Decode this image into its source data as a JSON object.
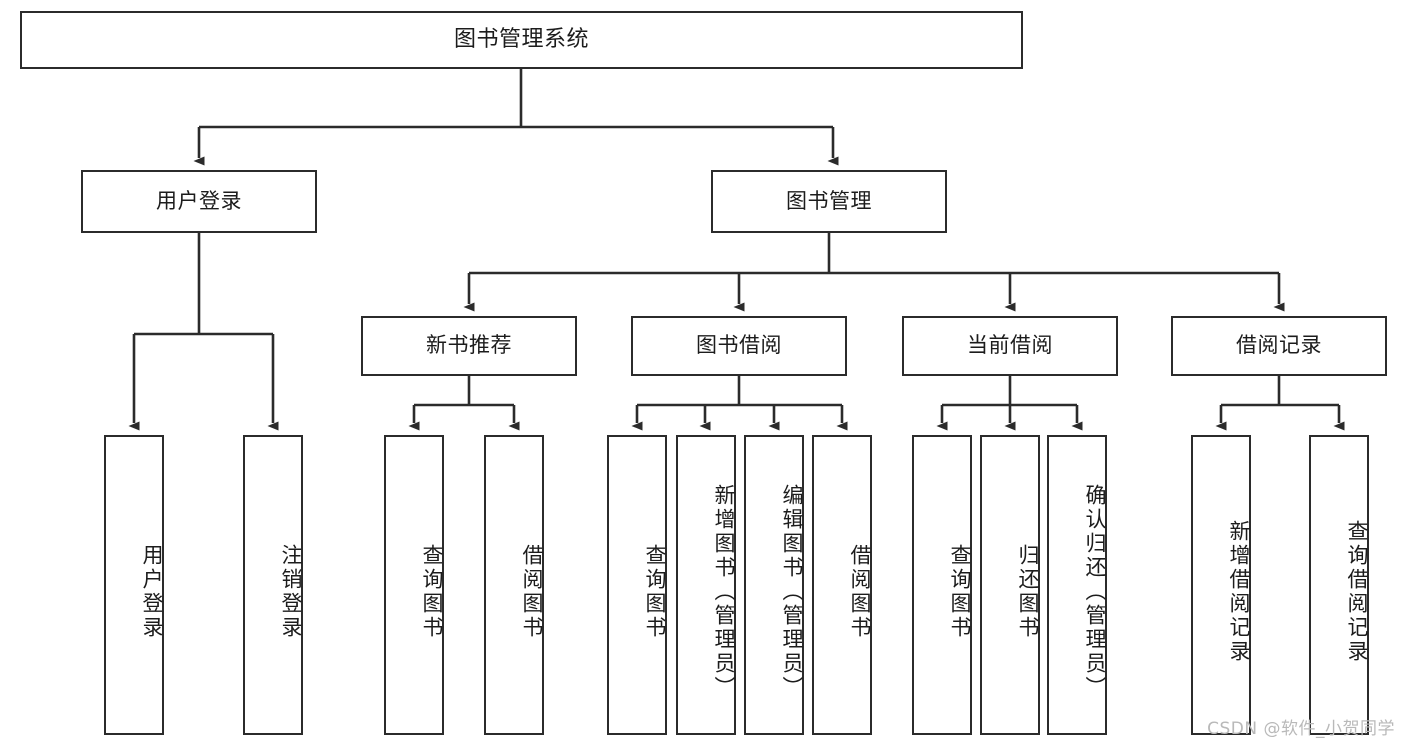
{
  "diagram": {
    "title": "图书管理系统",
    "type": "tree-hierarchy",
    "root": {
      "label": "图书管理系统"
    },
    "level1": [
      {
        "label": "用户登录"
      },
      {
        "label": "图书管理"
      }
    ],
    "level2": [
      {
        "label": "新书推荐"
      },
      {
        "label": "图书借阅"
      },
      {
        "label": "当前借阅"
      },
      {
        "label": "借阅记录"
      }
    ],
    "leaves": {
      "user_login": [
        {
          "label": "用户登录"
        },
        {
          "label": "注销登录"
        }
      ],
      "new_book_recommend": [
        {
          "label": "查询图书"
        },
        {
          "label": "借阅图书"
        }
      ],
      "book_borrow": [
        {
          "label": "查询图书"
        },
        {
          "label": "新增图书（管理员）"
        },
        {
          "label": "编辑图书（管理员）"
        },
        {
          "label": "借阅图书"
        }
      ],
      "current_borrow": [
        {
          "label": "查询图书"
        },
        {
          "label": "归还图书"
        },
        {
          "label": "确认归还（管理员）"
        }
      ],
      "borrow_record": [
        {
          "label": "新增借阅记录"
        },
        {
          "label": "查询借阅记录"
        }
      ]
    }
  },
  "watermark": {
    "text": "CSDN @软件_小贺同学"
  },
  "colors": {
    "stroke": "#2b2b2b",
    "text": "#1c1c1c",
    "background": "#ffffff",
    "watermark": "#b9b9b9"
  }
}
